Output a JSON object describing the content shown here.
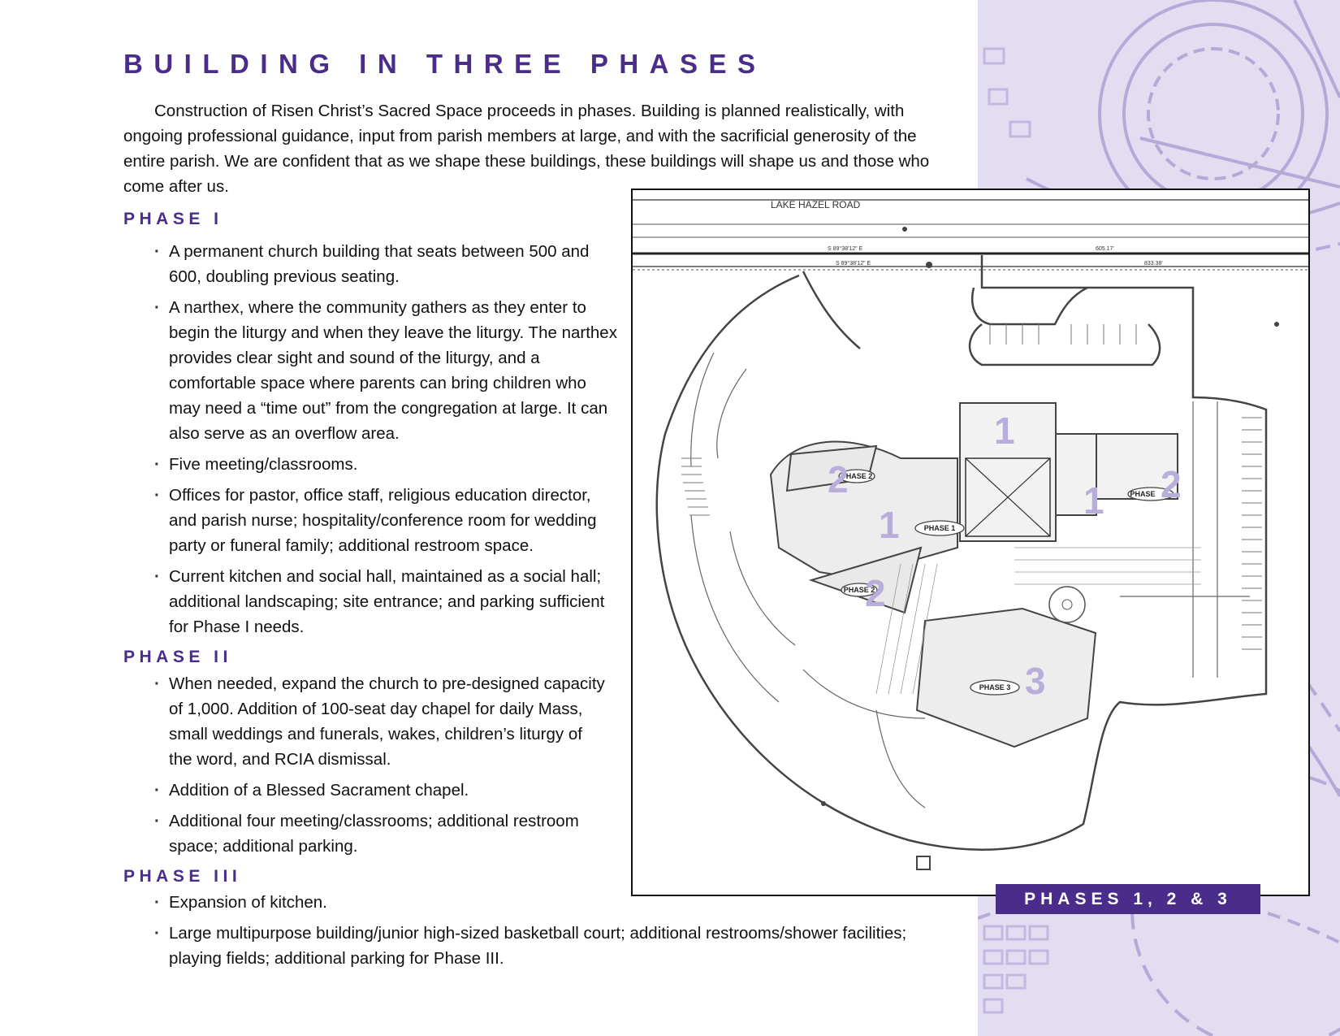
{
  "page": {
    "title": "BUILDING IN THREE PHASES",
    "intro": "Construction of Risen Christ’s Sacred Space proceeds in phases. Building is planned realistically, with ongoing professional guidance, input from parish members at large, and with the sacrificial generosity of the entire parish. We are confident that as we shape these buildings, these buildings will shape us and those who come after us."
  },
  "phases": [
    {
      "heading": "PHASE I",
      "items": [
        "A permanent church building that seats between 500 and 600, doubling previous seating.",
        "A narthex, where the community gathers as they enter to begin the liturgy and when they leave the liturgy. The narthex provides clear sight and sound of the liturgy, and a comfortable space where parents can bring children who may need a “time out” from the congregation at large. It can also serve as an overflow area.",
        "Five meeting/classrooms.",
        "Offices for pastor, office staff, religious education director, and parish nurse; hospitality/conference room for wedding party or funeral family; additional restroom space.",
        "Current kitchen and social hall, maintained as a social hall; additional landscaping; site entrance; and parking sufficient for Phase I needs."
      ]
    },
    {
      "heading": "PHASE II",
      "items": [
        "When needed, expand the church to pre-designed capacity of 1,000. Addition of 100-seat day chapel for daily Mass, small weddings and funerals, wakes, children’s liturgy of the word, and RCIA dismissal.",
        "Addition of a Blessed Sacrament chapel.",
        "Additional four meeting/classrooms; additional restroom space; additional parking."
      ]
    },
    {
      "heading": "PHASE III",
      "items": [
        "Expansion of kitchen.",
        "Large multipurpose building/junior high-sized basketball court; additional restrooms/shower facilities; playing fields; additional parking for Phase III."
      ]
    }
  ],
  "site_plan": {
    "road_label": "LAKE HAZEL ROAD",
    "bearing_1": "S 89°38'12\" E",
    "bearing_2": "S 89°38'12\" E",
    "distance_1": "605.17'",
    "distance_2": "833.38'",
    "zone_labels": [
      {
        "number": "1",
        "tag": "PHASE 1"
      },
      {
        "number": "2",
        "tag": "PHASE 2"
      },
      {
        "number": "2",
        "tag": "PHASE 2"
      },
      {
        "number": "2",
        "tag": "PHASE"
      },
      {
        "number": "3",
        "tag": "PHASE 3"
      },
      {
        "number": "1",
        "tag": ""
      },
      {
        "number": "1",
        "tag": ""
      }
    ],
    "caption": "PHASES 1, 2 & 3"
  },
  "colors": {
    "accent": "#4a2c8a",
    "panel": "#e2ddf0",
    "phase_numeral": "#b9addb"
  }
}
